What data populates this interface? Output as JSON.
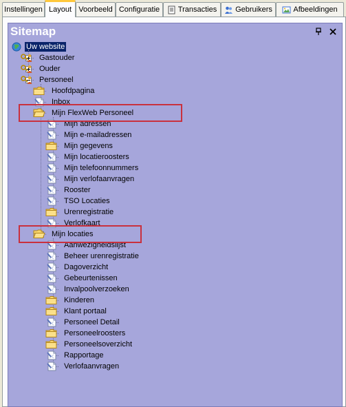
{
  "tabs": [
    {
      "label": "Instellingen",
      "icon": "",
      "active": false
    },
    {
      "label": "Layout",
      "icon": "",
      "active": true
    },
    {
      "label": "Voorbeeld",
      "icon": "",
      "active": false
    },
    {
      "label": "Configuratie",
      "icon": "",
      "active": false
    },
    {
      "label": "Transacties",
      "icon": "document-icon",
      "active": false
    },
    {
      "label": "Gebruikers",
      "icon": "users-icon",
      "active": false
    },
    {
      "label": "Afbeeldingen",
      "icon": "image-icon",
      "active": false
    }
  ],
  "sitemap": {
    "title": "Sitemap",
    "root": {
      "label": "Uw website",
      "icon": "globe-icon",
      "selected": true
    },
    "items": [
      {
        "label": "Gastouder",
        "icon": "key-person-icon",
        "level": 1,
        "expander": "plus"
      },
      {
        "label": "Ouder",
        "icon": "key-person-icon",
        "level": 1,
        "expander": "plus"
      },
      {
        "label": "Personeel",
        "icon": "key-person-icon",
        "level": 1,
        "expander": "minus"
      },
      {
        "label": "Hoofdpagina",
        "icon": "folder-icon",
        "level": 2,
        "expander": "plus"
      },
      {
        "label": "Inbox",
        "icon": "page-icon",
        "level": 2,
        "expander": ""
      },
      {
        "label": "Mijn FlexWeb Personeel",
        "icon": "folder-open-icon",
        "level": 2,
        "expander": "minus"
      },
      {
        "label": "Mijn adressen",
        "icon": "page-icon",
        "level": 3,
        "expander": ""
      },
      {
        "label": "Mijn e-mailadressen",
        "icon": "page-icon",
        "level": 3,
        "expander": ""
      },
      {
        "label": "Mijn gegevens",
        "icon": "folder-icon",
        "level": 3,
        "expander": "plus"
      },
      {
        "label": "Mijn locatieroosters",
        "icon": "page-icon",
        "level": 3,
        "expander": ""
      },
      {
        "label": "Mijn telefoonnummers",
        "icon": "page-icon",
        "level": 3,
        "expander": ""
      },
      {
        "label": "Mijn verlofaanvragen",
        "icon": "page-icon",
        "level": 3,
        "expander": ""
      },
      {
        "label": "Rooster",
        "icon": "page-icon",
        "level": 3,
        "expander": ""
      },
      {
        "label": "TSO Locaties",
        "icon": "page-icon",
        "level": 3,
        "expander": ""
      },
      {
        "label": "Urenregistratie",
        "icon": "folder-icon",
        "level": 3,
        "expander": "plus"
      },
      {
        "label": "Verlofkaart",
        "icon": "page-icon",
        "level": 3,
        "expander": ""
      },
      {
        "label": "Mijn locaties",
        "icon": "folder-open-icon",
        "level": 2,
        "expander": "minus"
      },
      {
        "label": "Aanwezigheidslijst",
        "icon": "page-icon",
        "level": 3,
        "expander": ""
      },
      {
        "label": "Beheer urenregistratie",
        "icon": "page-icon",
        "level": 3,
        "expander": ""
      },
      {
        "label": "Dagoverzicht",
        "icon": "page-icon",
        "level": 3,
        "expander": ""
      },
      {
        "label": "Gebeurtenissen",
        "icon": "page-icon",
        "level": 3,
        "expander": ""
      },
      {
        "label": "Invalpoolverzoeken",
        "icon": "page-icon",
        "level": 3,
        "expander": ""
      },
      {
        "label": "Kinderen",
        "icon": "folder-icon",
        "level": 3,
        "expander": "plus"
      },
      {
        "label": "Klant portaal",
        "icon": "folder-icon",
        "level": 3,
        "expander": "plus"
      },
      {
        "label": "Personeel Detail",
        "icon": "page-icon",
        "level": 3,
        "expander": ""
      },
      {
        "label": "Personeelroosters",
        "icon": "folder-icon",
        "level": 3,
        "expander": "plus"
      },
      {
        "label": "Personeelsoverzicht",
        "icon": "folder-icon",
        "level": 3,
        "expander": "plus"
      },
      {
        "label": "Rapportage",
        "icon": "page-icon",
        "level": 3,
        "expander": ""
      },
      {
        "label": "Verlofaanvragen",
        "icon": "page-icon",
        "level": 3,
        "expander": ""
      }
    ],
    "highlighted": [
      "Mijn FlexWeb Personeel",
      "Mijn locaties"
    ],
    "colors": {
      "panel_bg": "#a6a6db",
      "highlight_box": "#c9303d",
      "selection": "#0a246a"
    }
  }
}
